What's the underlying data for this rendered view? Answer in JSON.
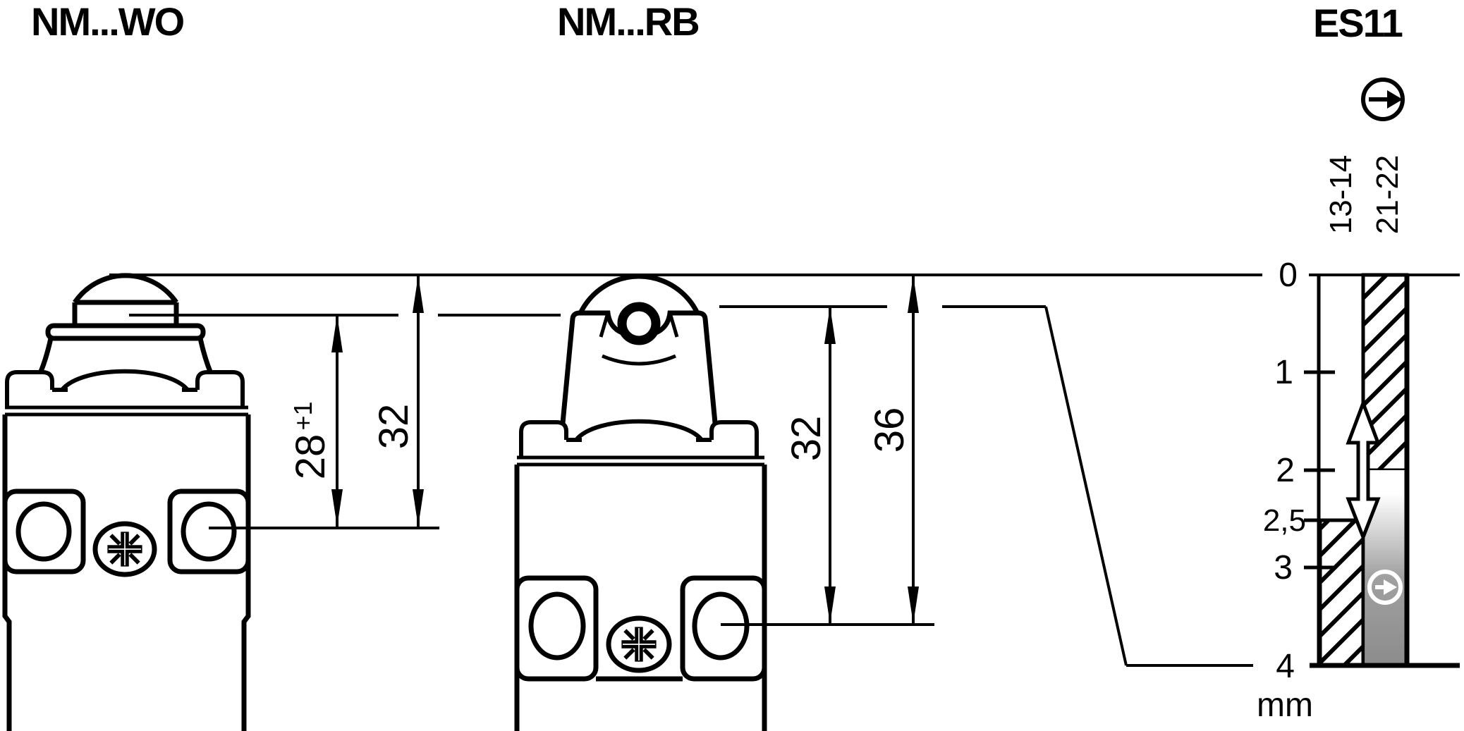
{
  "header": {
    "title_left": "NM...WO",
    "title_middle": "NM...RB",
    "title_right": "ES11"
  },
  "dimensions": {
    "left_switch": {
      "pretravel": "28",
      "pretravel_tolerance": "+1",
      "overall_height": "32"
    },
    "middle_switch": {
      "switching_height": "32",
      "overall_height": "36"
    }
  },
  "travel_diagram": {
    "unit": "mm",
    "scale_ticks": [
      "0",
      "1",
      "2",
      "2,5",
      "3",
      "4"
    ],
    "contacts": [
      {
        "label": "13-14",
        "state": "closed",
        "closed_from_mm": 2.5,
        "closed_to_mm": 4
      },
      {
        "label": "21-22",
        "state": "closed",
        "closed_from_mm": 0,
        "closed_to_mm": 2
      }
    ],
    "positive_opening_symbol": "circled-right-arrow",
    "colors": {
      "ink": "#000000",
      "paper": "#ffffff",
      "gradient_top": "#ffffff",
      "gradient_bottom": "#8c8c8c"
    }
  }
}
